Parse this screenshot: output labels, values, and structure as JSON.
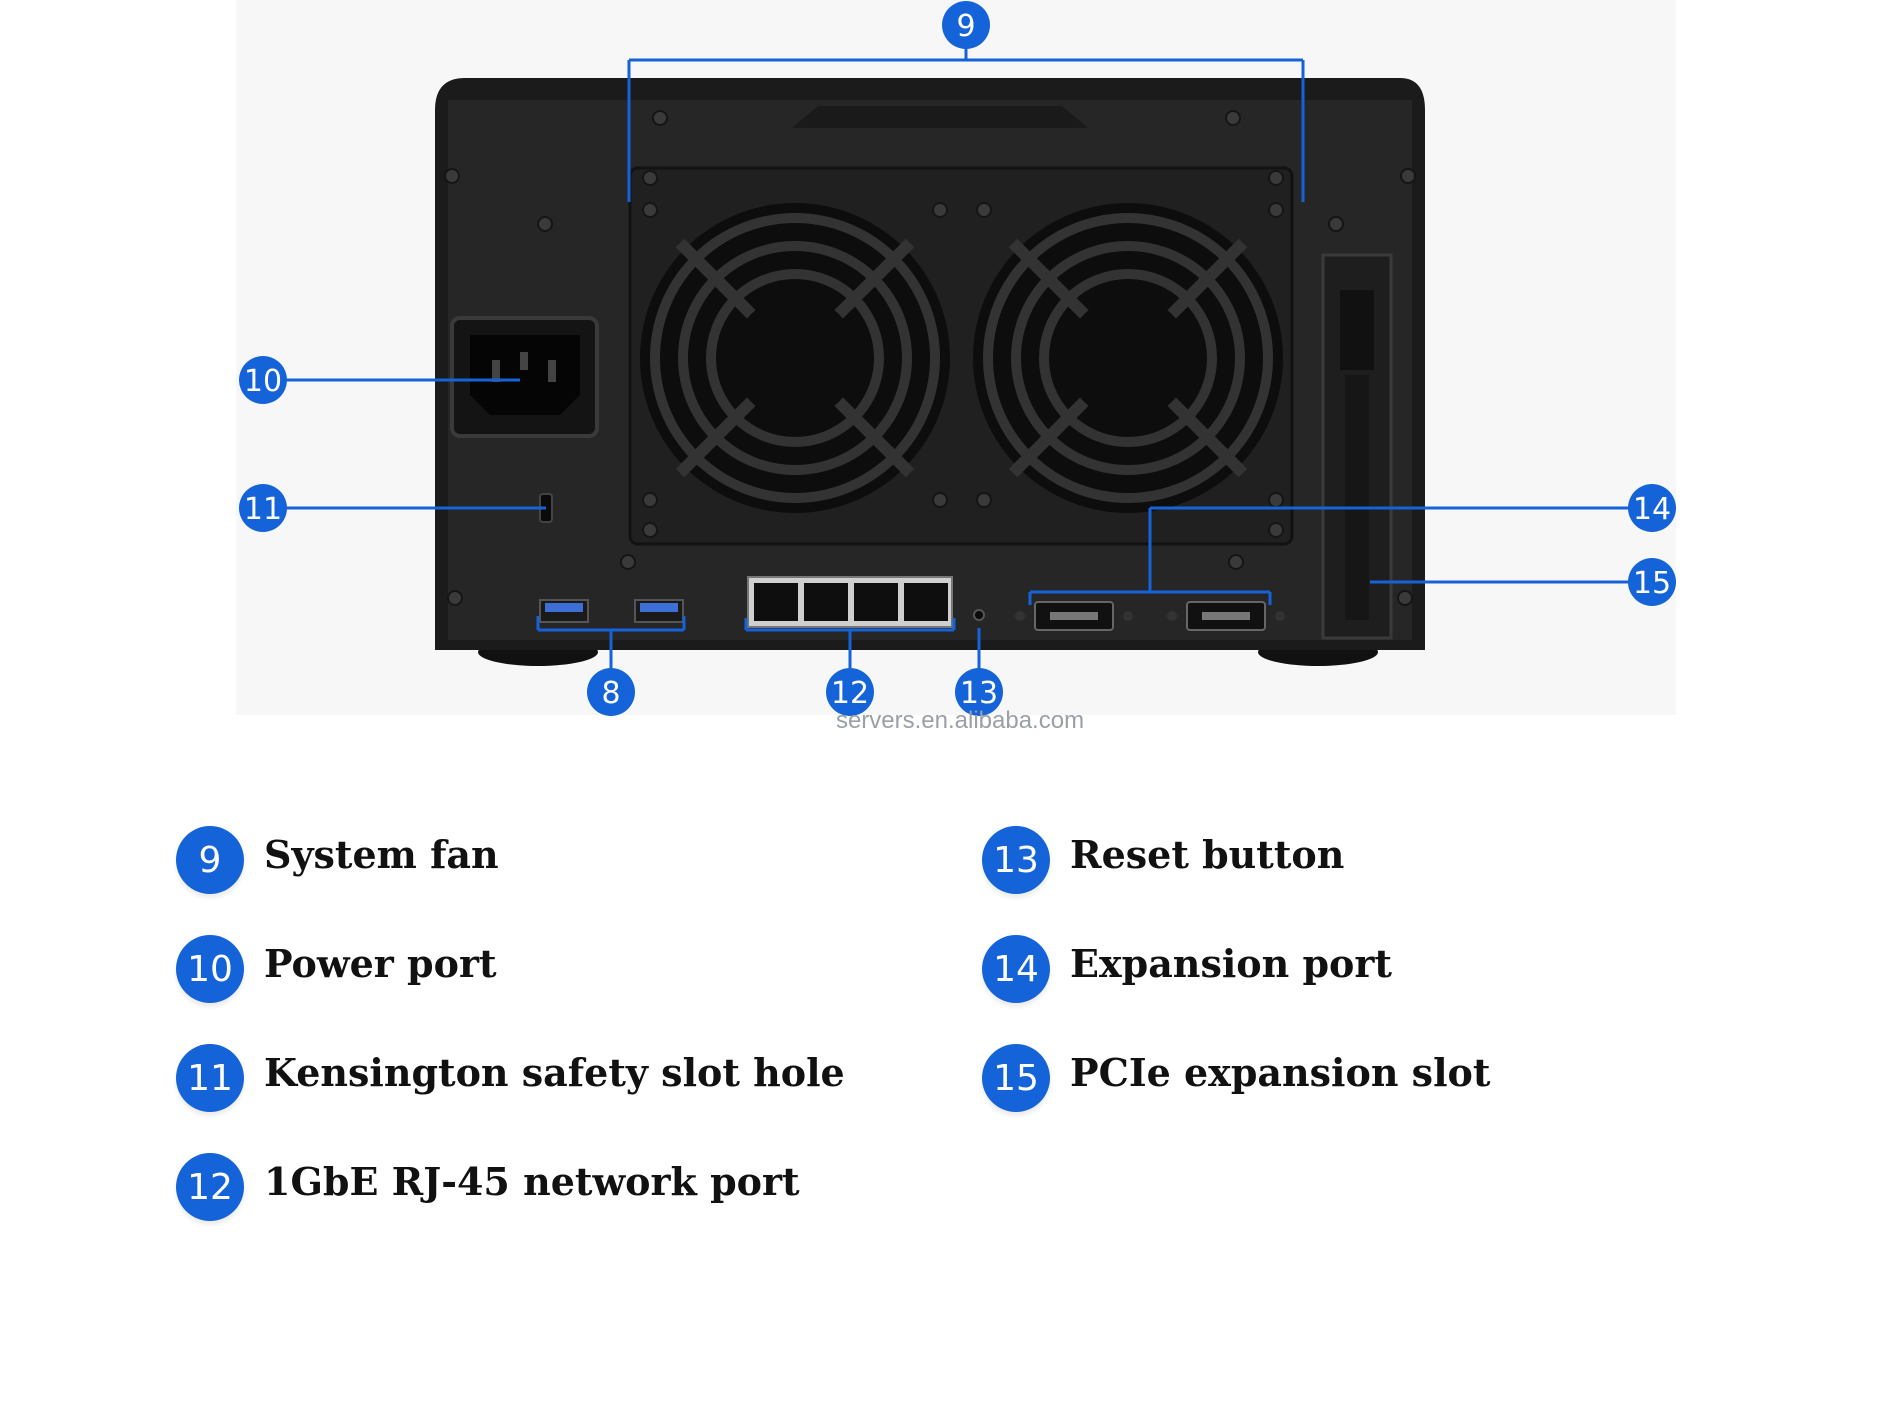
{
  "colors": {
    "callout_blue": "#1463d9",
    "device_body": "#1e1e1e",
    "panel_bg": "#f7f7f7",
    "usb_blue": "#3d6fd6"
  },
  "callouts": [
    "9",
    "10",
    "11",
    "14",
    "15",
    "8",
    "12",
    "13"
  ],
  "watermark": "servers.en.alibaba.com",
  "legend": {
    "left": [
      {
        "number": "9",
        "label": "System fan"
      },
      {
        "number": "10",
        "label": "Power port"
      },
      {
        "number": "11",
        "label": "Kensington safety slot hole"
      },
      {
        "number": "12",
        "label": "1GbE RJ-45 network port"
      }
    ],
    "right": [
      {
        "number": "13",
        "label": "Reset button"
      },
      {
        "number": "14",
        "label": "Expansion port"
      },
      {
        "number": "15",
        "label": "PCIe expansion slot"
      }
    ]
  }
}
